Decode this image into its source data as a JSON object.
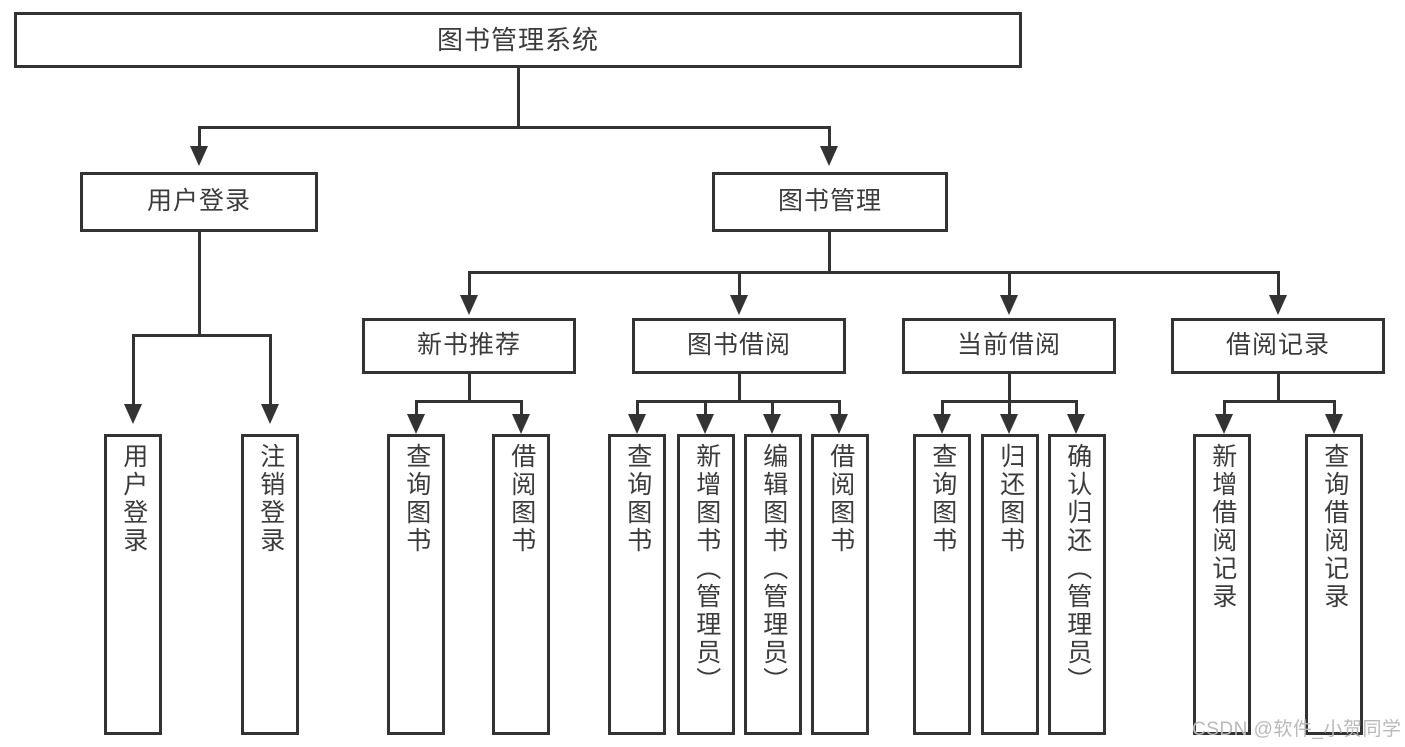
{
  "diagram": {
    "title": "图书管理系统",
    "type": "hierarchy-tree",
    "root": {
      "label": "图书管理系统"
    },
    "level2": [
      {
        "label": "用户登录"
      },
      {
        "label": "图书管理"
      }
    ],
    "level3": [
      {
        "label": "新书推荐"
      },
      {
        "label": "图书借阅"
      },
      {
        "label": "当前借阅"
      },
      {
        "label": "借阅记录"
      }
    ],
    "leaves": {
      "user_login": [
        {
          "label": "用户登录"
        },
        {
          "label": "注销登录"
        }
      ],
      "new_book_recommend": [
        {
          "label": "查询图书"
        },
        {
          "label": "借阅图书"
        }
      ],
      "book_borrow": [
        {
          "label": "查询图书"
        },
        {
          "label": "新增图书（管理员）"
        },
        {
          "label": "编辑图书（管理员）"
        },
        {
          "label": "借阅图书"
        }
      ],
      "current_borrow": [
        {
          "label": "查询图书"
        },
        {
          "label": "归还图书"
        },
        {
          "label": "确认归还（管理员）"
        }
      ],
      "borrow_record": [
        {
          "label": "新增借阅记录"
        },
        {
          "label": "查询借阅记录"
        }
      ]
    }
  },
  "watermark": {
    "text": "CSDN @软件_小贺同学"
  },
  "colors": {
    "stroke": "#333333",
    "text": "#3b3b3b",
    "background": "#ffffff",
    "watermark": "#b9b9b9"
  }
}
